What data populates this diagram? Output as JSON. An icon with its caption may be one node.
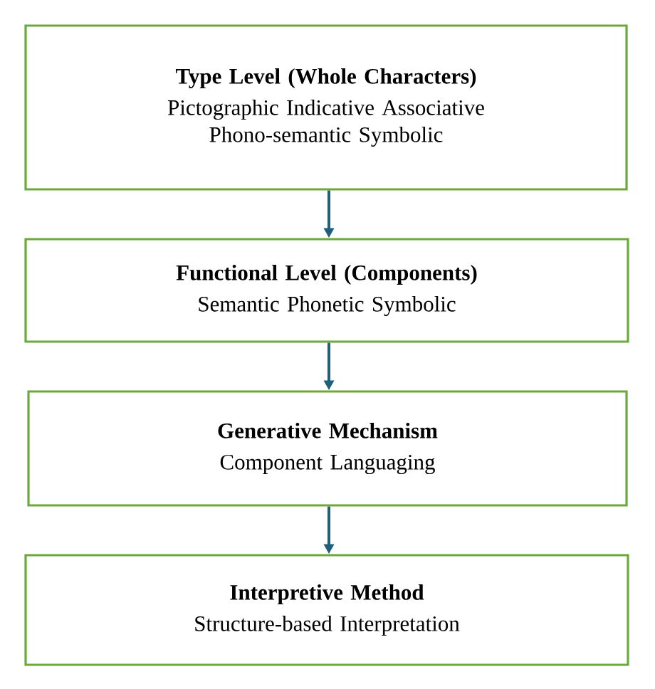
{
  "diagram": {
    "nodes": [
      {
        "text": [
          "Type Level (Whole Characters)",
          "Pictographic Indicative Associative Phono-semantic Symbolic"
        ]
      },
      {
        "text": [
          "Functional Level (Components)",
          "Semantic Phonetic Symbolic"
        ]
      },
      {
        "text": [
          "Generative Mechanism",
          "Component Languaging"
        ]
      },
      {
        "text": [
          "Interpretive Method",
          "Structure-based Interpretation"
        ]
      }
    ],
    "edges": [
      {
        "from": 0,
        "to": 1,
        "arrow": "to"
      },
      {
        "from": 1,
        "to": 2,
        "arrow": "to"
      },
      {
        "from": 2,
        "to": 3,
        "arrow": "to"
      }
    ]
  }
}
